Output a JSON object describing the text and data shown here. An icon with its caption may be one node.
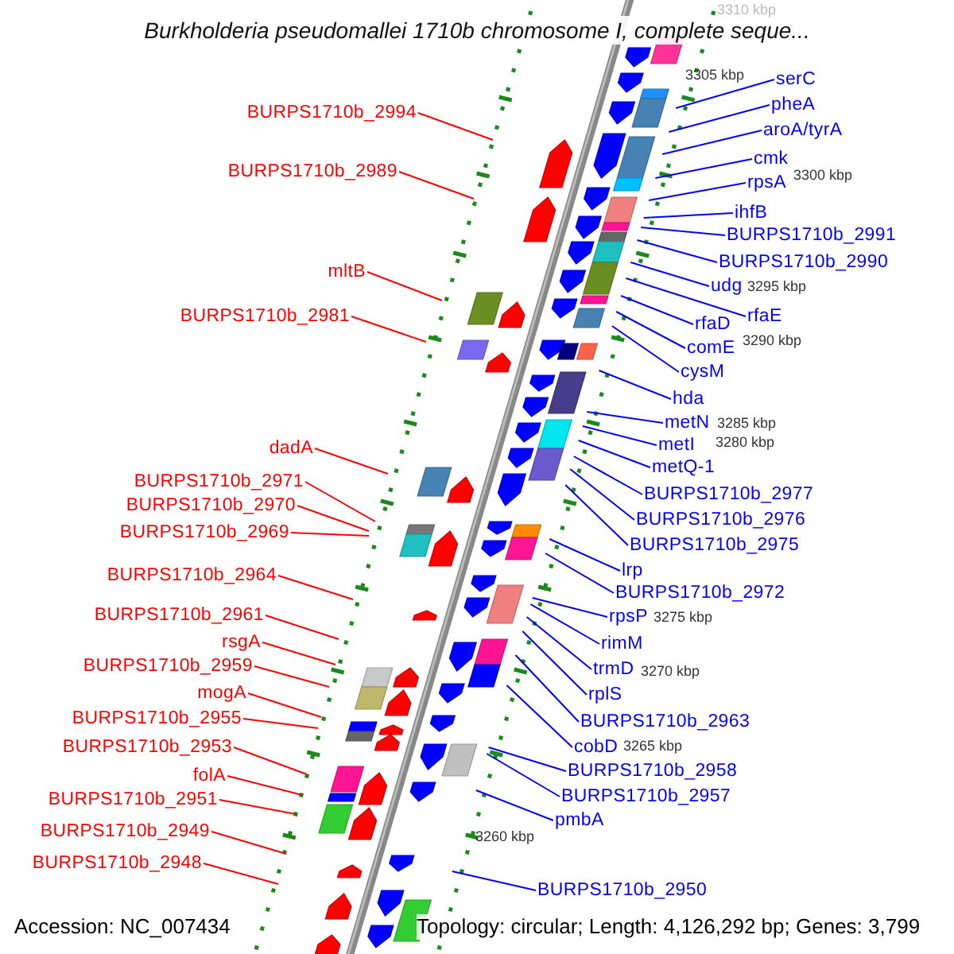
{
  "diagram": {
    "title": "Burkholderia pseudomallei 1710b chromosome I, complete seque...",
    "nodes": [
      {
        "text": [
          "BURPS1710b_2994"
        ]
      },
      {
        "text": [
          "BURPS1710b_2989"
        ]
      },
      {
        "text": [
          "mltB"
        ]
      },
      {
        "text": [
          "BURPS1710b_2981"
        ]
      },
      {
        "text": [
          "dadA"
        ]
      },
      {
        "text": [
          "BURPS1710b_2971"
        ]
      },
      {
        "text": [
          "BURPS1710b_2970"
        ]
      },
      {
        "text": [
          "BURPS1710b_2969"
        ]
      },
      {
        "text": [
          "BURPS1710b_2964"
        ]
      },
      {
        "text": [
          "BURPS1710b_2961"
        ]
      },
      {
        "text": [
          "rsgA"
        ]
      },
      {
        "text": [
          "BURPS1710b_2959"
        ]
      },
      {
        "text": [
          "mogA"
        ]
      },
      {
        "text": [
          "BURPS1710b_2955"
        ]
      },
      {
        "text": [
          "BURPS1710b_2953"
        ]
      },
      {
        "text": [
          "folA"
        ]
      },
      {
        "text": [
          "BURPS1710b_2951"
        ]
      },
      {
        "text": [
          "BURPS1710b_2949"
        ]
      },
      {
        "text": [
          "BURPS1710b_2948"
        ]
      },
      {
        "text": [
          "serC"
        ]
      },
      {
        "text": [
          "pheA"
        ]
      },
      {
        "text": [
          "aroA/tyrA"
        ]
      },
      {
        "text": [
          "cmk"
        ]
      },
      {
        "text": [
          "rpsA"
        ]
      },
      {
        "text": [
          "ihfB"
        ]
      },
      {
        "text": [
          "BURPS1710b_2991"
        ]
      },
      {
        "text": [
          "BURPS1710b_2990"
        ]
      },
      {
        "text": [
          "udg"
        ]
      },
      {
        "text": [
          "rfaE"
        ]
      },
      {
        "text": [
          "rfaD"
        ]
      },
      {
        "text": [
          "comE"
        ]
      },
      {
        "text": [
          "cysM"
        ]
      },
      {
        "text": [
          "hda"
        ]
      },
      {
        "text": [
          "metN"
        ]
      },
      {
        "text": [
          "metI"
        ]
      },
      {
        "text": [
          "metQ-1"
        ]
      },
      {
        "text": [
          "BURPS1710b_2977"
        ]
      },
      {
        "text": [
          "BURPS1710b_2976"
        ]
      },
      {
        "text": [
          "BURPS1710b_2975"
        ]
      },
      {
        "text": [
          "lrp"
        ]
      },
      {
        "text": [
          "BURPS1710b_2972"
        ]
      },
      {
        "text": [
          "rpsP"
        ]
      },
      {
        "text": [
          "rimM"
        ]
      },
      {
        "text": [
          "trmD"
        ]
      },
      {
        "text": [
          "rplS"
        ]
      },
      {
        "text": [
          "BURPS1710b_2963"
        ]
      },
      {
        "text": [
          "cobD"
        ]
      },
      {
        "text": [
          "BURPS1710b_2958"
        ]
      },
      {
        "text": [
          "BURPS1710b_2957"
        ]
      },
      {
        "text": [
          "pmbA"
        ]
      },
      {
        "text": [
          "BURPS1710b_2950"
        ]
      }
    ],
    "edges": [
      {
        "from": 0,
        "to": null,
        "arrow": "none",
        "color": "#ff0000"
      },
      {
        "from": 1,
        "to": null,
        "arrow": "none",
        "color": "#ff0000"
      },
      {
        "from": 2,
        "to": null,
        "arrow": "none",
        "color": "#ff0000"
      },
      {
        "from": 3,
        "to": null,
        "arrow": "none",
        "color": "#ff0000"
      },
      {
        "from": 4,
        "to": null,
        "arrow": "none",
        "color": "#ff0000"
      },
      {
        "from": 5,
        "to": null,
        "arrow": "none",
        "color": "#ff0000"
      },
      {
        "from": 6,
        "to": null,
        "arrow": "none",
        "color": "#ff0000"
      },
      {
        "from": 7,
        "to": null,
        "arrow": "none",
        "color": "#ff0000"
      },
      {
        "from": 8,
        "to": null,
        "arrow": "none",
        "color": "#ff0000"
      },
      {
        "from": 9,
        "to": null,
        "arrow": "none",
        "color": "#ff0000"
      },
      {
        "from": 10,
        "to": null,
        "arrow": "none",
        "color": "#ff0000"
      },
      {
        "from": 11,
        "to": null,
        "arrow": "none",
        "color": "#ff0000"
      },
      {
        "from": 12,
        "to": null,
        "arrow": "none",
        "color": "#ff0000"
      },
      {
        "from": 13,
        "to": null,
        "arrow": "none",
        "color": "#ff0000"
      },
      {
        "from": 14,
        "to": null,
        "arrow": "none",
        "color": "#ff0000"
      },
      {
        "from": 15,
        "to": null,
        "arrow": "none",
        "color": "#ff0000"
      },
      {
        "from": 16,
        "to": null,
        "arrow": "none",
        "color": "#ff0000"
      },
      {
        "from": 17,
        "to": null,
        "arrow": "none",
        "color": "#ff0000"
      },
      {
        "from": 18,
        "to": null,
        "arrow": "none",
        "color": "#ff0000"
      },
      {
        "from": 19,
        "to": null,
        "arrow": "none"
      },
      {
        "from": 20,
        "to": null,
        "arrow": "none"
      },
      {
        "from": 21,
        "to": null,
        "arrow": "none"
      },
      {
        "from": 22,
        "to": null,
        "arrow": "none"
      },
      {
        "from": 23,
        "to": null,
        "arrow": "none"
      },
      {
        "from": 24,
        "to": null,
        "arrow": "none"
      },
      {
        "from": 25,
        "to": null,
        "arrow": "none"
      },
      {
        "from": 26,
        "to": null,
        "arrow": "none"
      },
      {
        "from": 27,
        "to": null,
        "arrow": "none"
      },
      {
        "from": 28,
        "to": null,
        "arrow": "none"
      },
      {
        "from": 29,
        "to": null,
        "arrow": "none"
      },
      {
        "from": 30,
        "to": null,
        "arrow": "none"
      },
      {
        "from": 31,
        "to": null,
        "arrow": "none"
      },
      {
        "from": 32,
        "to": null,
        "arrow": "none"
      },
      {
        "from": 33,
        "to": null,
        "arrow": "none"
      },
      {
        "from": 34,
        "to": null,
        "arrow": "none"
      },
      {
        "from": 35,
        "to": null,
        "arrow": "none"
      },
      {
        "from": 36,
        "to": null,
        "arrow": "none"
      },
      {
        "from": 37,
        "to": null,
        "arrow": "none"
      },
      {
        "from": 38,
        "to": null,
        "arrow": "none"
      },
      {
        "from": 39,
        "to": null,
        "arrow": "none"
      },
      {
        "from": 40,
        "to": null,
        "arrow": "none"
      },
      {
        "from": 41,
        "to": null,
        "arrow": "none"
      },
      {
        "from": 42,
        "to": null,
        "arrow": "none"
      },
      {
        "from": 43,
        "to": null,
        "arrow": "none"
      },
      {
        "from": 44,
        "to": null,
        "arrow": "none"
      },
      {
        "from": 45,
        "to": null,
        "arrow": "none"
      },
      {
        "from": 46,
        "to": null,
        "arrow": "none"
      },
      {
        "from": 47,
        "to": null,
        "arrow": "none"
      },
      {
        "from": 48,
        "to": null,
        "arrow": "none"
      },
      {
        "from": 49,
        "to": null,
        "arrow": "none"
      },
      {
        "from": 50,
        "to": null,
        "arrow": "none"
      }
    ],
    "labels": [
      "3310 kbp",
      "3305 kbp",
      "3300 kbp",
      "3295 kbp",
      "3290 kbp",
      "3285 kbp",
      "3280 kbp",
      "3275 kbp",
      "3270 kbp",
      "3265 kbp",
      "3260 kbp",
      "Accession: NC_007434",
      "Topology: circular; Length: 4,126,292 bp; Genes: 3,799"
    ]
  }
}
